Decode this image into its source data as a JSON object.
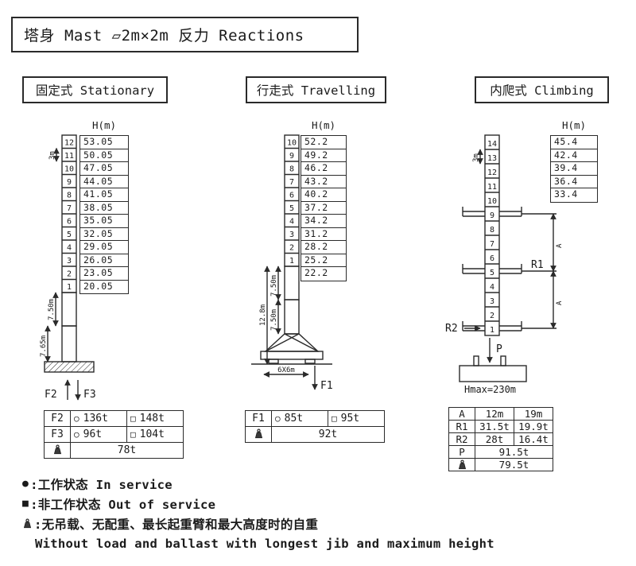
{
  "title": "塔身 Mast ▱2m×2m   反力 Reactions",
  "symbols": {
    "in_service": "○",
    "out_of_service": "□",
    "legend_in_service": "●",
    "legend_out_of_service": "■"
  },
  "sections": {
    "stationary": {
      "heading": "固定式 Stationary",
      "h_label": "H(m)",
      "segments": [
        "12",
        "11",
        "10",
        "9",
        "8",
        "7",
        "6",
        "5",
        "4",
        "3",
        "2",
        "1"
      ],
      "heights": [
        "53.05",
        "50.05",
        "47.05",
        "44.05",
        "41.05",
        "38.05",
        "35.05",
        "32.05",
        "29.05",
        "26.05",
        "23.05",
        "20.05"
      ],
      "dims": {
        "segment": "3m",
        "lower1": "7.50m",
        "lower2": "7.65m"
      },
      "forces": {
        "up": "F2",
        "down": "F3"
      },
      "table": {
        "rows": [
          {
            "label": "F2",
            "in_service": "136t",
            "out_of_service": "148t"
          },
          {
            "label": "F3",
            "in_service": "96t",
            "out_of_service": "104t"
          }
        ],
        "self_weight": "78t"
      }
    },
    "travelling": {
      "heading": "行走式 Travelling",
      "h_label": "H(m)",
      "segments": [
        "10",
        "9",
        "8",
        "7",
        "6",
        "5",
        "4",
        "3",
        "2",
        "1"
      ],
      "heights": [
        "52.2",
        "49.2",
        "46.2",
        "43.2",
        "40.2",
        "37.2",
        "34.2",
        "31.2",
        "28.2",
        "25.2",
        "22.2"
      ],
      "dims": {
        "lower1": "7.50m",
        "lower2": "7.50m",
        "total": "12.8m",
        "base": "6X6m"
      },
      "forces": {
        "down": "F1"
      },
      "table": {
        "rows": [
          {
            "label": "F1",
            "in_service": "85t",
            "out_of_service": "95t"
          }
        ],
        "self_weight": "92t"
      }
    },
    "climbing": {
      "heading": "内爬式 Climbing",
      "h_label": "H(m)",
      "segments": [
        "14",
        "13",
        "12",
        "11",
        "10",
        "9",
        "8",
        "7",
        "6",
        "5",
        "4",
        "3",
        "2",
        "1"
      ],
      "heights": [
        "45.4",
        "42.4",
        "39.4",
        "36.4",
        "33.4"
      ],
      "dims": {
        "segment": "3m",
        "span_upper": "A",
        "span_lower": "A"
      },
      "labels": {
        "r1": "R1",
        "r2": "R2",
        "p": "P",
        "hmax": "Hmax=230m"
      },
      "table": {
        "header": {
          "label": "A",
          "v1": "12m",
          "v2": "19m"
        },
        "rows": [
          {
            "label": "R1",
            "v1": "31.5t",
            "v2": "19.9t"
          },
          {
            "label": "R2",
            "v1": "28t",
            "v2": "16.4t"
          }
        ],
        "p_row": {
          "label": "P",
          "value": "91.5t"
        },
        "self_weight": "79.5t"
      }
    }
  },
  "legend": {
    "lines": [
      {
        "icon": "circle",
        "text": ":工作状态 In service"
      },
      {
        "icon": "square",
        "text": ":非工作状态 Out of service"
      },
      {
        "icon": "weight",
        "text": ":无吊载、无配重、最长起重臂和最大高度时的自重"
      },
      {
        "icon": "none",
        "text": "Without load and ballast with longest jib and maximum height"
      }
    ]
  }
}
